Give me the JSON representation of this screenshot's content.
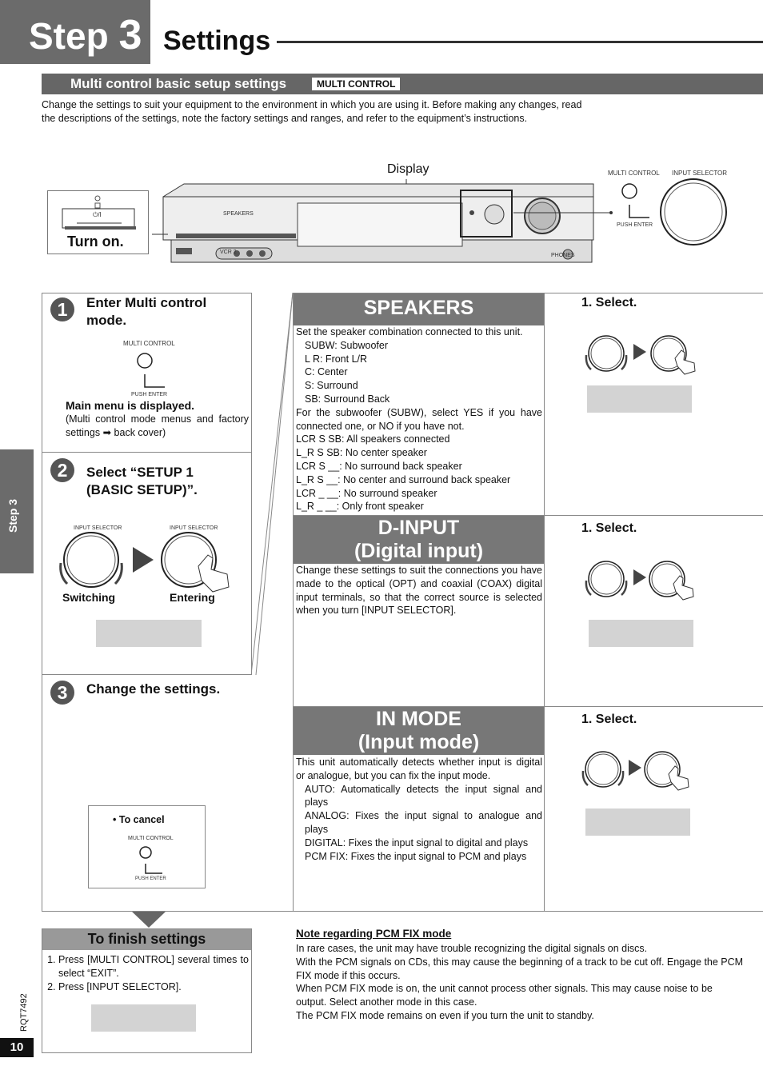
{
  "header": {
    "step_word": "Step",
    "step_num": "3",
    "title": "Settings"
  },
  "section": {
    "title": "Multi control basic setup settings",
    "tag": "MULTI CONTROL",
    "intro": "Change the settings to suit your equipment to the environment in which you are using it. Before making any changes, read the descriptions of the settings, note the factory settings and ranges, and refer to the equipment’s instructions."
  },
  "device": {
    "display_label": "Display",
    "turn_on": "Turn on.",
    "power_symbol": "⏻/I",
    "multi_control": "MULTI CONTROL",
    "input_selector": "INPUT SELECTOR",
    "push_enter": "PUSH ENTER",
    "speakers": "SPEAKERS",
    "phones": "PHONES",
    "vcr2": "VCR 2"
  },
  "steps": [
    {
      "num": "1",
      "title": "Enter Multi control mode.",
      "multi_control": "MULTI CONTROL",
      "push_enter": "PUSH ENTER",
      "result": "Main menu is displayed.",
      "note_pre": "(Multi control mode menus and factory settings",
      "note_arrow": "➡",
      "note_post": "back cover)"
    },
    {
      "num": "2",
      "title": "Select “SETUP 1 (BASIC SETUP)”.",
      "input_selector": "INPUT SELECTOR",
      "switching": "Switching",
      "entering": "Entering"
    },
    {
      "num": "3",
      "title": "Change the settings.",
      "cancel_label": "To cancel",
      "multi_control": "MULTI CONTROL",
      "push_enter": "PUSH ENTER"
    }
  ],
  "speakers": {
    "heading": "SPEAKERS",
    "select": "1. Select.",
    "lines": [
      {
        "t": "Set the speaker combination connected to this unit.",
        "c": ""
      },
      {
        "t": "SUBW: Subwoofer",
        "c": "ind"
      },
      {
        "t": "L R: Front L/R",
        "c": "ind"
      },
      {
        "t": "C: Center",
        "c": "ind"
      },
      {
        "t": "S: Surround",
        "c": "ind"
      },
      {
        "t": "SB: Surround Back",
        "c": "ind"
      }
    ],
    "para": "For the subwoofer (SUBW), select YES if you have connected one, or NO if you have not.",
    "combos": [
      "LCR S SB: All speakers connected",
      "L_R S SB: No center speaker",
      "LCR S __: No surround back speaker",
      "L_R S __: No center and surround back speaker",
      "LCR _ __: No surround speaker",
      "L_R _ __: Only front speaker"
    ]
  },
  "dinput": {
    "heading1": "D-INPUT",
    "heading2": "(Digital input)",
    "select": "1. Select.",
    "text": "Change these settings to suit the connections you have made to the optical (OPT) and coaxial (COAX) digital input terminals, so that the correct source is selected when you turn [INPUT SELECTOR]."
  },
  "inmode": {
    "heading1": "IN MODE",
    "heading2": "(Input mode)",
    "select": "1. Select.",
    "text": "This unit automatically detects whether input is digital or analogue, but you can fix the input mode.",
    "modes": [
      "AUTO: Automatically detects the input signal and plays",
      "ANALOG: Fixes the input signal to analogue and plays",
      "DIGITAL: Fixes the input signal to digital and plays",
      "PCM FIX: Fixes the input signal to PCM and plays"
    ]
  },
  "finish": {
    "title": "To finish settings",
    "items": [
      "Press [MULTI CONTROL] several times to select “EXIT”.",
      "Press [INPUT SELECTOR]."
    ]
  },
  "note": {
    "title": "Note regarding PCM FIX mode",
    "paras": [
      "In rare cases, the unit may have trouble recognizing the digital signals on discs.",
      "With the PCM signals on CDs, this may cause the beginning of a track to be cut off. Engage the PCM FIX mode if this occurs.",
      "When PCM FIX mode is on, the unit cannot process other signals. This may cause noise to be output. Select another mode in this case.",
      "The PCM FIX mode remains on even if you turn the unit to standby."
    ]
  },
  "side_tab": "Step 3",
  "model_code": "RQT7492",
  "page_number": "10"
}
